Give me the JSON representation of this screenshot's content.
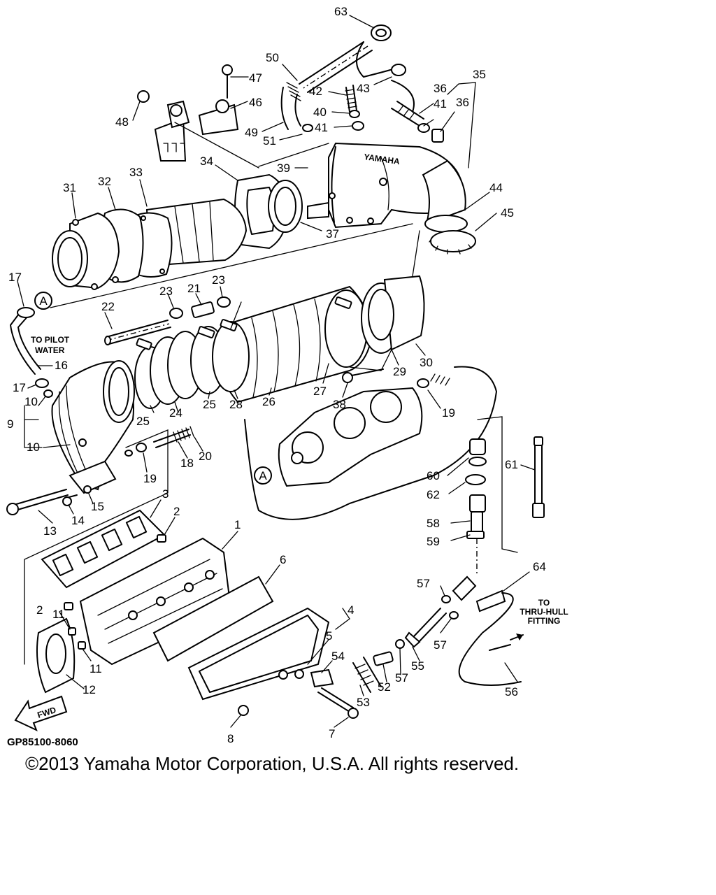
{
  "diagram": {
    "code": "GP85100-8060",
    "fwd_label": "FWD",
    "brand_mark": "YAMAHA",
    "notes": {
      "pilot_water": [
        "TO PILOT",
        "WATER"
      ],
      "thru_hull": [
        "TO",
        "THRU-HULL",
        "FITTING"
      ]
    },
    "ref_marker": "A",
    "part_labels": [
      "1",
      "2",
      "2",
      "3",
      "4",
      "5",
      "6",
      "7",
      "8",
      "9",
      "10",
      "10",
      "11",
      "11",
      "12",
      "13",
      "14",
      "15",
      "16",
      "17",
      "17",
      "18",
      "19",
      "19",
      "20",
      "21",
      "22",
      "23",
      "23",
      "24",
      "25",
      "25",
      "26",
      "27",
      "28",
      "29",
      "30",
      "31",
      "32",
      "33",
      "34",
      "35",
      "36",
      "36",
      "37",
      "38",
      "39",
      "40",
      "41",
      "41",
      "42",
      "43",
      "44",
      "45",
      "46",
      "47",
      "48",
      "49",
      "50",
      "51",
      "52",
      "53",
      "54",
      "55",
      "56",
      "57",
      "57",
      "57",
      "58",
      "59",
      "60",
      "61",
      "62",
      "63",
      "64"
    ]
  },
  "copyright": "©2013 Yamaha Motor Corporation, U.S.A. All rights reserved."
}
